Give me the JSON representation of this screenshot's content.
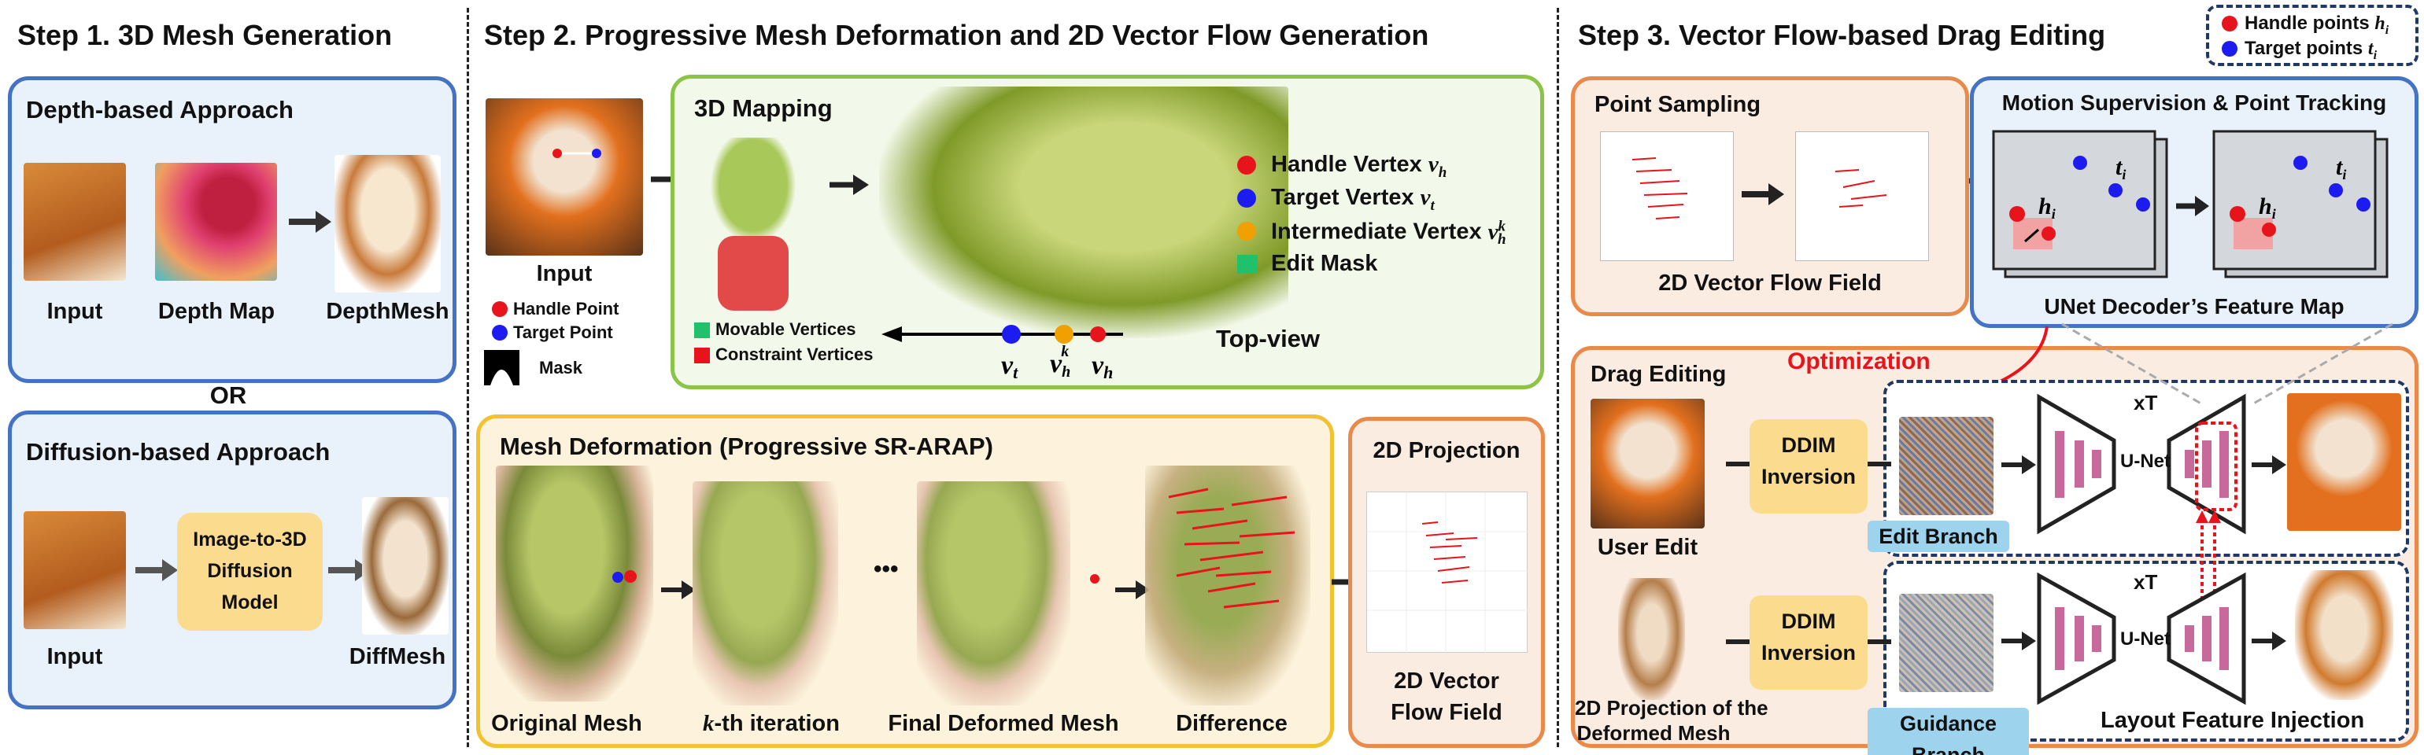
{
  "step1": {
    "title": "Step 1. 3D Mesh Generation",
    "depth_panel": {
      "title": "Depth-based Approach",
      "captions": [
        "Input",
        "Depth Map",
        "DepthMesh"
      ]
    },
    "or_label": "OR",
    "diffusion_panel": {
      "title": "Diffusion-based Approach",
      "captions": [
        "Input",
        "DiffMesh"
      ],
      "model_label": [
        "Image-to-3D",
        "Diffusion",
        "Model"
      ]
    }
  },
  "step2": {
    "title": "Step 2. Progressive Mesh Deformation and 2D Vector Flow Generation",
    "input": {
      "caption": "Input",
      "legend": [
        "Handle Point",
        "Target Point",
        "Mask"
      ]
    },
    "mapping": {
      "title": "3D Mapping",
      "legend_small": [
        "Movable Vertices",
        "Constraint Vertices"
      ],
      "legend": [
        "Handle Vertex",
        "Target Vertex",
        "Intermediate Vertex",
        "Edit Mask"
      ],
      "math": {
        "vh": "v",
        "vh_sub": "h",
        "vt": "v",
        "vt_sub": "t",
        "vhk_sup": "k"
      },
      "topview": "Top-view"
    },
    "deformation": {
      "title": "Mesh Deformation (Progressive SR-ARAP)",
      "captions": [
        "Original Mesh",
        "-th iteration",
        "Final Deformed Mesh",
        "Difference"
      ],
      "k_symbol": "k",
      "ellipsis": "•••"
    },
    "projection": {
      "title": "2D Projection",
      "caption_lines": [
        "2D Vector",
        "Flow Field"
      ]
    }
  },
  "step3": {
    "title": "Step 3. Vector Flow-based Drag Editing",
    "legend": [
      "Handle points",
      "Target points"
    ],
    "legend_syms": {
      "h": "h",
      "h_sub": "i",
      "t": "t",
      "t_sub": "i"
    },
    "sampling": {
      "title": "Point Sampling",
      "caption": "2D Vector Flow Field"
    },
    "motion": {
      "title": "Motion Supervision & Point Tracking",
      "caption": "UNet Decoder’s Feature Map"
    },
    "drag": {
      "title": "Drag Editing",
      "optimization": "Optimization",
      "user_edit": "User Edit",
      "projection_lines": [
        "2D Projection of the",
        "Deformed Mesh"
      ],
      "ddim_lines": [
        "DDIM",
        "Inversion"
      ],
      "xt": "xT",
      "unet": "U-Net",
      "edit_branch": "Edit Branch",
      "guidance_branch": "Guidance Branch",
      "layout_injection": "Layout Feature Injection"
    }
  },
  "colors": {
    "handle": "#e8141c",
    "target": "#1c1cf0",
    "intermediate": "#f0a000",
    "mask": "#21c16b",
    "constraint": "#e8141c",
    "unet": "#c76a9b"
  }
}
